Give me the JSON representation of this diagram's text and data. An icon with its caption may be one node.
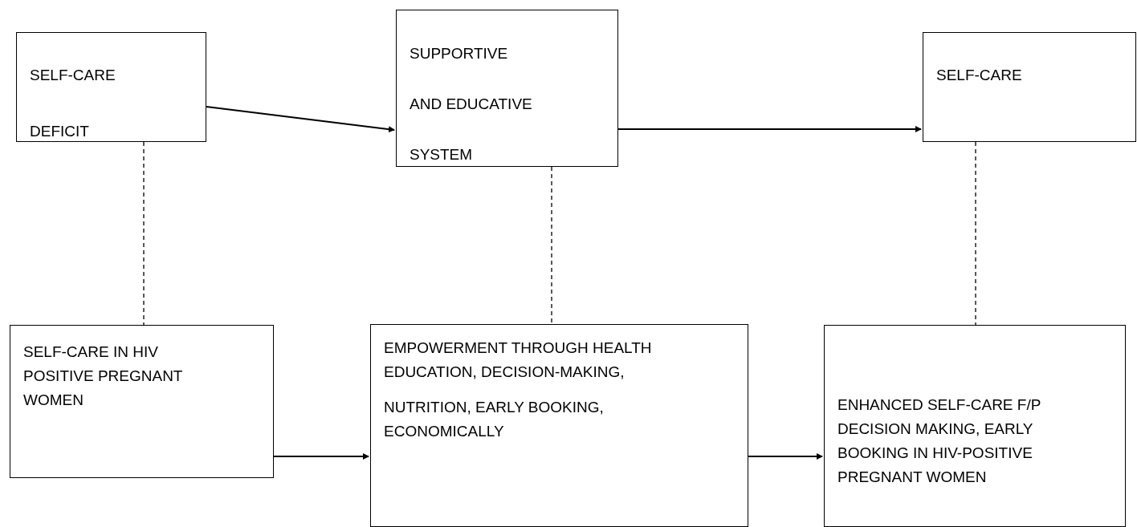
{
  "diagram": {
    "nodes": [
      {
        "text": [
          "SELF-CARE DEFICIT"
        ]
      },
      {
        "text": [
          "SUPPORTIVE AND EDUCATIVE SYSTEM"
        ]
      },
      {
        "text": [
          "SELF-CARE"
        ]
      },
      {
        "text": [
          "SELF-CARE IN HIV POSITIVE PREGNANT WOMEN"
        ]
      },
      {
        "text": [
          "EMPOWERMENT THROUGH HEALTH EDUCATION, DECISION-MAKING,",
          "NUTRITION, EARLY BOOKING, ECONOMICALLY"
        ]
      },
      {
        "text": [
          "ENHANCED SELF-CARE F/P DECISION MAKING, EARLY BOOKING IN HIV-POSITIVE PREGNANT WOMEN"
        ]
      }
    ],
    "edges": [
      {
        "from": 0,
        "to": 1,
        "arrow": "to"
      },
      {
        "from": 1,
        "to": 2,
        "arrow": "to"
      },
      {
        "from": 0,
        "to": 3,
        "arrow": "none",
        "style": "dashed"
      },
      {
        "from": 1,
        "to": 4,
        "arrow": "none",
        "style": "dashed"
      },
      {
        "from": 2,
        "to": 5,
        "arrow": "none",
        "style": "dashed"
      },
      {
        "from": 3,
        "to": 4,
        "arrow": "to"
      },
      {
        "from": 4,
        "to": 5,
        "arrow": "to"
      }
    ]
  }
}
